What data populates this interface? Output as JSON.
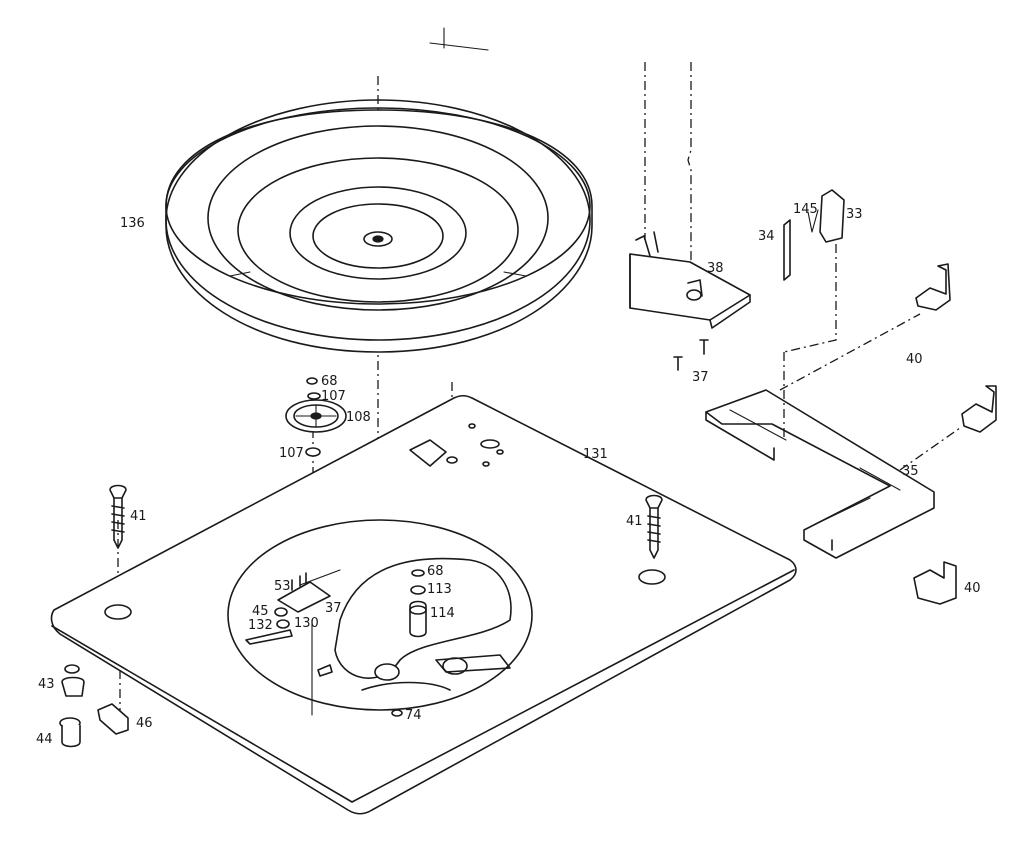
{
  "callouts": {
    "c136": "136",
    "c38": "38",
    "c37a": "37",
    "c145": "145",
    "c33": "33",
    "c34": "34",
    "c40a": "40",
    "c40b": "40",
    "c35": "35",
    "c68a": "68",
    "c107a": "107",
    "c108": "108",
    "c107b": "107",
    "c131": "131",
    "c41a": "41",
    "c41b": "41",
    "c68b": "68",
    "c113": "113",
    "c114": "114",
    "c53": "53",
    "c37b": "37",
    "c45": "45",
    "c132": "132",
    "c130": "130",
    "c43": "43",
    "c44": "44",
    "c46": "46",
    "c74": "74"
  }
}
